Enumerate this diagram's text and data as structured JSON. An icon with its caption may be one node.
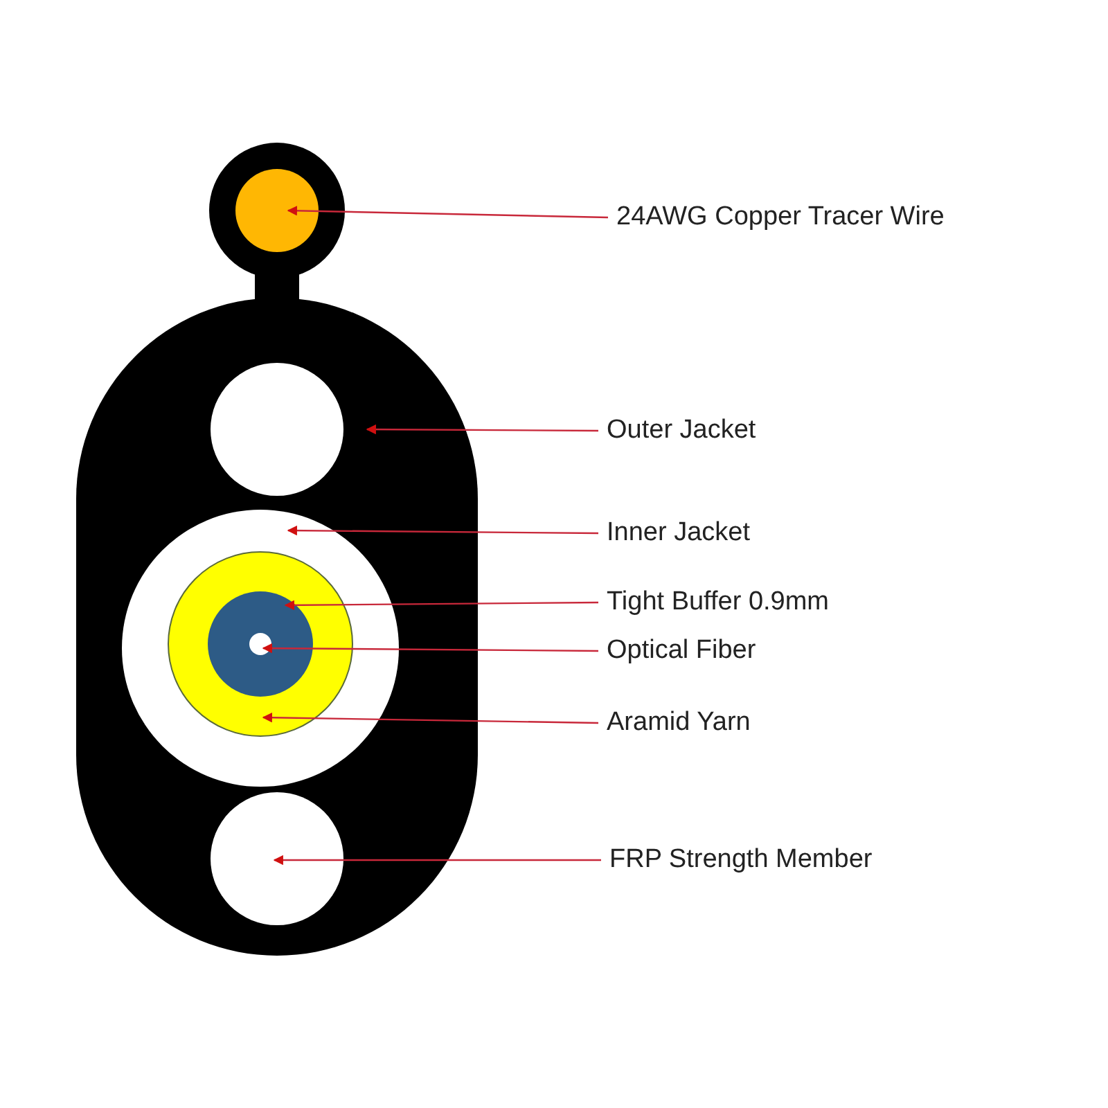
{
  "diagram": {
    "nodes": [
      {
        "text": [
          "24AWG Copper Tracer Wire"
        ]
      },
      {
        "text": [],
        "shape": "circle"
      },
      {
        "text": [
          "Outer Jacket"
        ]
      },
      {
        "text": [],
        "shape": "box"
      },
      {
        "text": [
          "Inner Jacket"
        ]
      },
      {
        "text": [],
        "shape": "circle",
        "in": 3
      },
      {
        "text": [
          "Tight Buffer 0.9mm"
        ]
      },
      {
        "text": [
          "Optical Fiber"
        ]
      },
      {
        "text": [
          "Aramid Yarn"
        ]
      },
      {
        "text": [],
        "shape": "circle",
        "in": 5
      },
      {
        "text": [],
        "shape": "circle",
        "in": 9
      },
      {
        "text": [],
        "shape": "circle",
        "in": 10
      },
      {
        "text": [
          "FRP Strength Member"
        ]
      },
      {
        "text": [],
        "shape": "circle",
        "in": 3
      },
      {
        "text": [],
        "shape": "circle",
        "in": 3
      }
    ],
    "edges": [
      {
        "from": 0,
        "to": 1,
        "arrow": "to"
      },
      {
        "from": 2,
        "to": 3,
        "arrow": "to"
      },
      {
        "from": 4,
        "to": 5,
        "arrow": "to"
      },
      {
        "from": 6,
        "to": 10,
        "arrow": "to"
      },
      {
        "from": 7,
        "to": 11,
        "arrow": "to"
      },
      {
        "from": 8,
        "to": 9,
        "arrow": "to"
      },
      {
        "from": 12,
        "to": 14,
        "arrow": "to"
      }
    ]
  }
}
